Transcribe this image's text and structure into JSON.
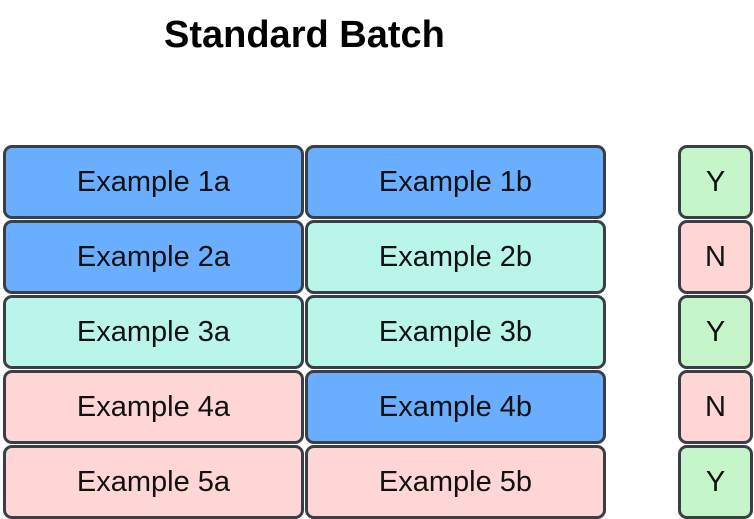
{
  "title": "Standard Batch",
  "colors": {
    "blue": "#69aeff",
    "teal": "#baf5ea",
    "pink": "#ffd6d6",
    "green": "#c5f5c8",
    "border": "#3a3f47"
  },
  "rows": [
    {
      "a": {
        "text": "Example 1a",
        "color": "blue"
      },
      "b": {
        "text": "Example 1b",
        "color": "blue"
      },
      "label": {
        "text": "Y",
        "color": "green"
      }
    },
    {
      "a": {
        "text": "Example 2a",
        "color": "blue"
      },
      "b": {
        "text": "Example 2b",
        "color": "teal"
      },
      "label": {
        "text": "N",
        "color": "pink"
      }
    },
    {
      "a": {
        "text": "Example 3a",
        "color": "teal"
      },
      "b": {
        "text": "Example 3b",
        "color": "teal"
      },
      "label": {
        "text": "Y",
        "color": "green"
      }
    },
    {
      "a": {
        "text": "Example 4a",
        "color": "pink"
      },
      "b": {
        "text": "Example 4b",
        "color": "blue"
      },
      "label": {
        "text": "N",
        "color": "pink"
      }
    },
    {
      "a": {
        "text": "Example 5a",
        "color": "pink"
      },
      "b": {
        "text": "Example 5b",
        "color": "pink"
      },
      "label": {
        "text": "Y",
        "color": "green"
      }
    }
  ]
}
